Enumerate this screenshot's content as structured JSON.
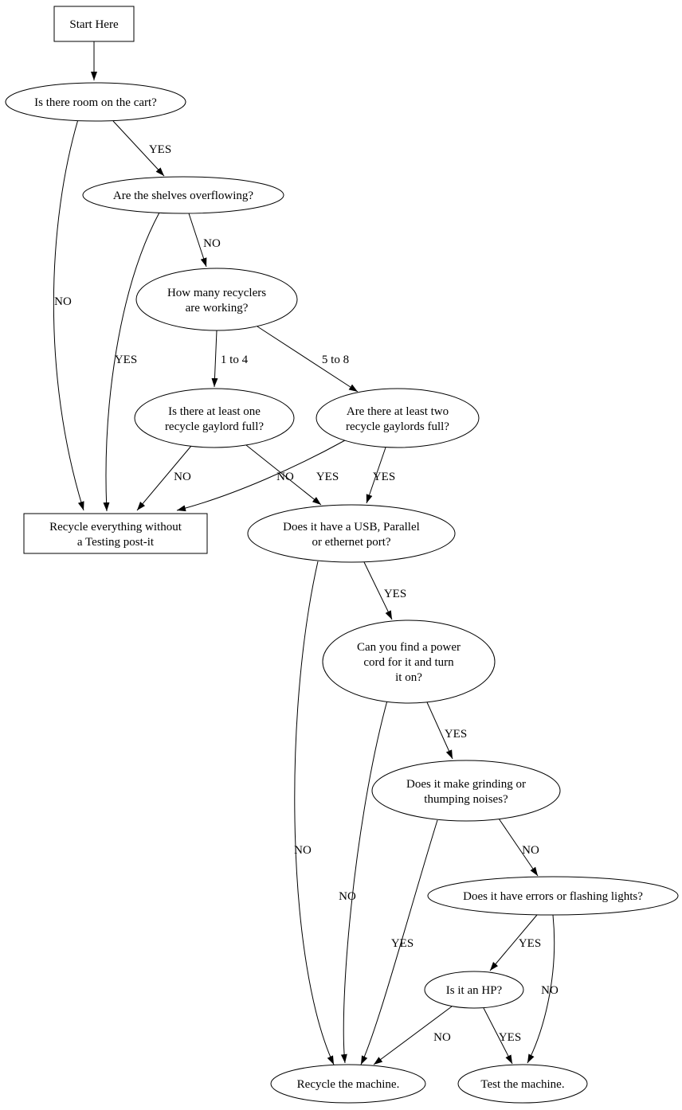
{
  "diagram": {
    "type": "flowchart",
    "background": "#ffffff",
    "stroke_color": "#000000",
    "nodes": {
      "start": {
        "type": "box",
        "lines": [
          "Start Here"
        ]
      },
      "room_on_cart": {
        "type": "ellipse",
        "lines": [
          "Is there room on the cart?"
        ]
      },
      "shelves_overflowing": {
        "type": "ellipse",
        "lines": [
          "Are the shelves overflowing?"
        ]
      },
      "how_many_recyclers": {
        "type": "ellipse",
        "lines": [
          "How many recyclers",
          "are working?"
        ]
      },
      "one_gaylord_full": {
        "type": "ellipse",
        "lines": [
          "Is there at least one",
          "recycle gaylord full?"
        ]
      },
      "two_gaylords_full": {
        "type": "ellipse",
        "lines": [
          "Are there at least two",
          "recycle gaylords full?"
        ]
      },
      "recycle_no_postit": {
        "type": "box",
        "lines": [
          "Recycle everything without",
          "a Testing post-it"
        ]
      },
      "has_port": {
        "type": "ellipse",
        "lines": [
          "Does it have a USB, Parallel",
          "or ethernet port?"
        ]
      },
      "power_cord": {
        "type": "ellipse",
        "lines": [
          "Can you find a power",
          "cord for it and turn",
          "it on?"
        ]
      },
      "grinding_noises": {
        "type": "ellipse",
        "lines": [
          "Does it make grinding or",
          "thumping noises?"
        ]
      },
      "errors_lights": {
        "type": "ellipse",
        "lines": [
          "Does it have errors or flashing lights?"
        ]
      },
      "is_hp": {
        "type": "ellipse",
        "lines": [
          "Is it an HP?"
        ]
      },
      "recycle_machine": {
        "type": "ellipse",
        "lines": [
          "Recycle the machine."
        ]
      },
      "test_machine": {
        "type": "ellipse",
        "lines": [
          "Test the machine."
        ]
      }
    },
    "edges": [
      {
        "from": "start",
        "to": "room_on_cart",
        "label": ""
      },
      {
        "from": "room_on_cart",
        "to": "shelves_overflowing",
        "label": "YES"
      },
      {
        "from": "room_on_cart",
        "to": "recycle_no_postit",
        "label": "NO"
      },
      {
        "from": "shelves_overflowing",
        "to": "how_many_recyclers",
        "label": "NO"
      },
      {
        "from": "shelves_overflowing",
        "to": "recycle_no_postit",
        "label": "YES"
      },
      {
        "from": "how_many_recyclers",
        "to": "one_gaylord_full",
        "label": "1 to 4"
      },
      {
        "from": "how_many_recyclers",
        "to": "two_gaylords_full",
        "label": "5 to 8"
      },
      {
        "from": "one_gaylord_full",
        "to": "recycle_no_postit",
        "label": "NO"
      },
      {
        "from": "one_gaylord_full",
        "to": "has_port",
        "label": "YES"
      },
      {
        "from": "two_gaylords_full",
        "to": "recycle_no_postit",
        "label": "NO"
      },
      {
        "from": "two_gaylords_full",
        "to": "has_port",
        "label": "YES"
      },
      {
        "from": "has_port",
        "to": "power_cord",
        "label": "YES"
      },
      {
        "from": "has_port",
        "to": "recycle_machine",
        "label": "NO"
      },
      {
        "from": "power_cord",
        "to": "grinding_noises",
        "label": "YES"
      },
      {
        "from": "power_cord",
        "to": "recycle_machine",
        "label": "NO"
      },
      {
        "from": "grinding_noises",
        "to": "errors_lights",
        "label": "NO"
      },
      {
        "from": "grinding_noises",
        "to": "recycle_machine",
        "label": "YES"
      },
      {
        "from": "errors_lights",
        "to": "is_hp",
        "label": "YES"
      },
      {
        "from": "errors_lights",
        "to": "test_machine",
        "label": "NO"
      },
      {
        "from": "is_hp",
        "to": "recycle_machine",
        "label": "NO"
      },
      {
        "from": "is_hp",
        "to": "test_machine",
        "label": "YES"
      }
    ]
  }
}
